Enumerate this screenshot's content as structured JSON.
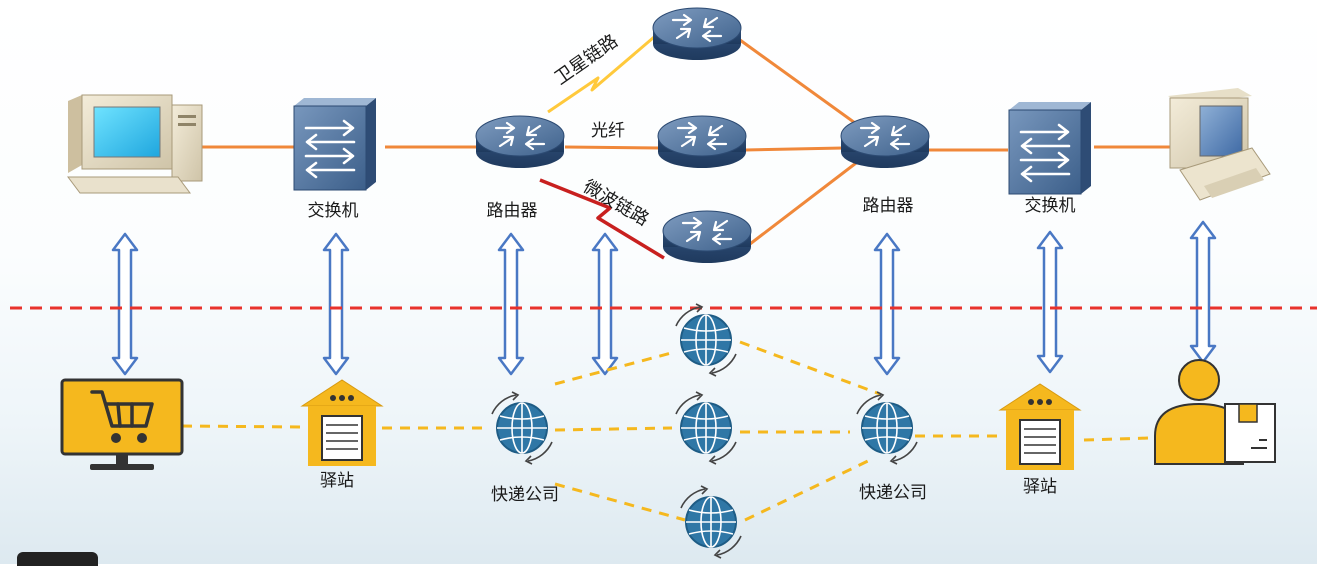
{
  "labels": {
    "switch_left": "交换机",
    "router_left": "路由器",
    "router_right": "路由器",
    "switch_right": "交换机",
    "satellite_link": "卫星链路",
    "fiber": "光纤",
    "microwave_link": "微波链路",
    "station_left": "驿站",
    "courier_left": "快递公司",
    "courier_right": "快递公司",
    "station_right": "驿站"
  },
  "colors": {
    "network_link": "#f0883a",
    "satellite_link": "#ffc93c",
    "microwave_link": "#c8201f",
    "router": "#4b6d96",
    "switch": "#4b6d96",
    "arrow": "#4a78c4",
    "divider": "#e8322c",
    "logistics_link": "#f5b81e",
    "logistics_icon": "#f5b81e",
    "globe": "#2f77a6"
  },
  "icons": {
    "pc_left": "desktop-computer-icon",
    "switch": "network-switch-icon",
    "router": "router-icon",
    "pc_right": "desktop-computer-icon",
    "shop": "shopping-cart-monitor-icon",
    "station": "warehouse-icon",
    "courier": "globe-with-cycle-arrows-icon",
    "receiver": "person-with-package-icon"
  }
}
